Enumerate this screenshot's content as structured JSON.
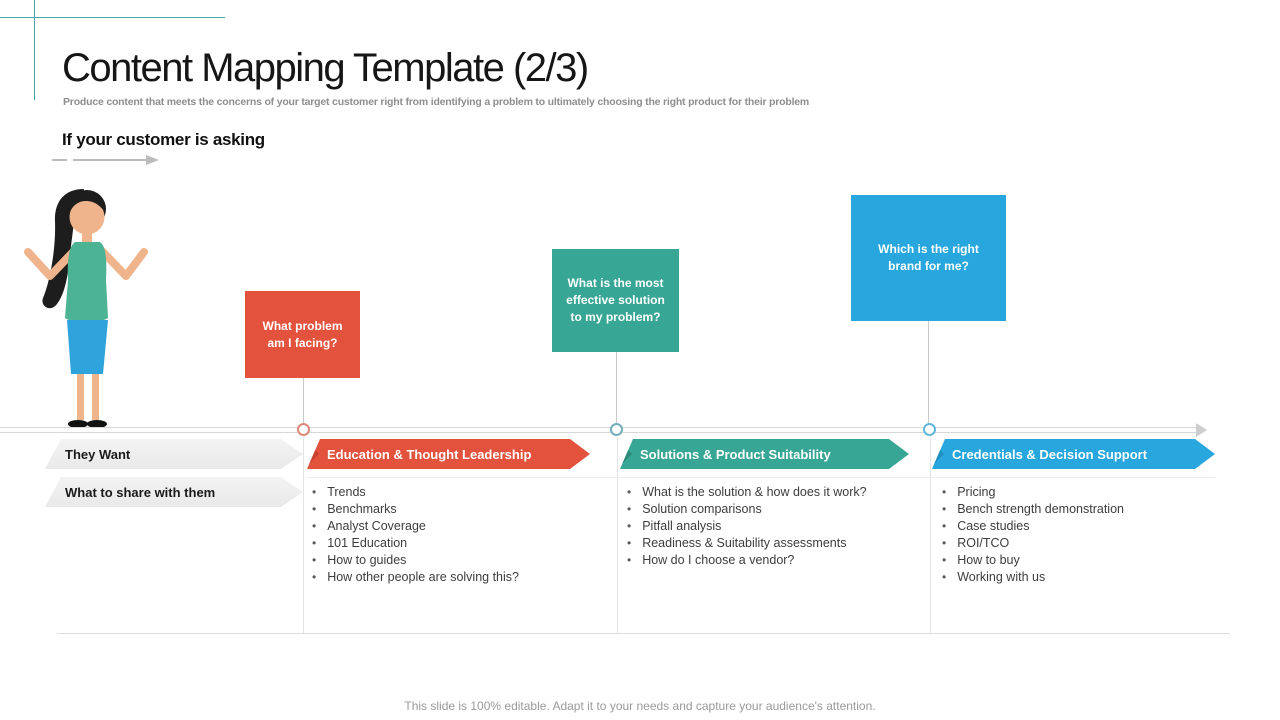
{
  "slide": {
    "title": "Content Mapping Template (2/3)",
    "subtitle": "Produce content that meets the concerns of your target customer right from identifying a problem to ultimately  choosing the right product for their problem",
    "section_heading": "If your customer is asking",
    "footer": "This slide is 100% editable. Adapt it to your needs and capture your audience's attention."
  },
  "questions": [
    {
      "text": "What problem am I facing?",
      "color": "#e2523d"
    },
    {
      "text": "What is the most effective solution to my problem?",
      "color": "#38a695"
    },
    {
      "text": "Which is the right brand for me?",
      "color": "#27a7dd"
    }
  ],
  "row_labels": [
    "They Want",
    "What to share with them"
  ],
  "columns": [
    {
      "banner": "Education & Thought  Leadership",
      "color": "#e2523d",
      "items": [
        "Trends",
        "Benchmarks",
        "Analyst Coverage",
        "101 Education",
        "How  to guides",
        "How  other people are solving this?"
      ]
    },
    {
      "banner": "Solutions & Product Suitability",
      "color": "#38a695",
      "items": [
        "What is the solution & how does it work?",
        "Solution comparisons",
        "Pitfall analysis",
        "Readiness & Suitability assessments",
        "How  do I choose a vendor?"
      ]
    },
    {
      "banner": "Credentials & Decision Support",
      "color": "#27a7dd",
      "items": [
        "Pricing",
        "Bench strength demonstration",
        "Case studies",
        "ROI/TCO",
        "How  to buy",
        "Working with  us"
      ]
    }
  ],
  "illustration": "woman-presenter",
  "colors": {
    "accent_orange": "#e2523d",
    "accent_teal": "#38a695",
    "accent_blue": "#27a7dd",
    "crosshair_teal": "#49a3a9",
    "banner_gray": "#eeeeee",
    "grid_gray": "#dcdcdc"
  }
}
